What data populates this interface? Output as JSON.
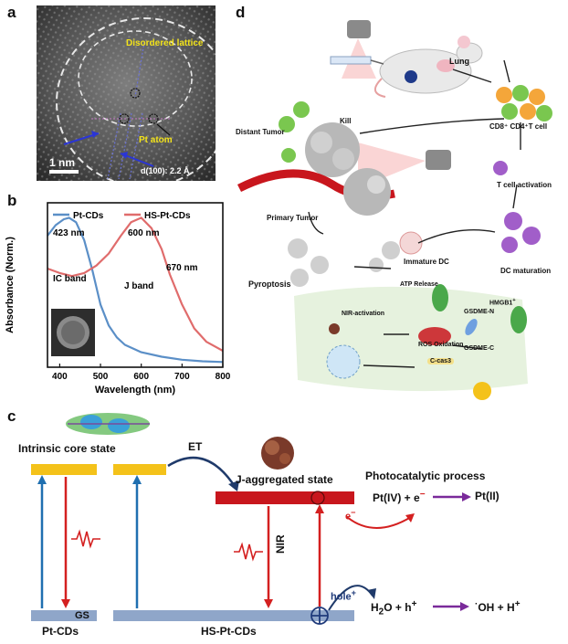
{
  "panels": {
    "a": {
      "letter": "a",
      "label_disordered": "Disordered lattice",
      "label_pt_atom": "Pt atom",
      "scale_bar": "1 nm",
      "d_spacing": "d(100): 2.2 Å"
    },
    "b": {
      "letter": "b",
      "legend": [
        "Pt-CDs",
        "HS-Pt-CDs"
      ],
      "annotations": {
        "peak_423": "423 nm",
        "peak_600": "600 nm",
        "peak_670": "670 nm",
        "ic_band": "IC band",
        "j_band": "J band"
      }
    },
    "c": {
      "letter": "c",
      "intrinsic_core_state": "Intrinsic core state",
      "et": "ET",
      "j_aggregated_state": "J-aggregated state",
      "photocatalytic_process": "Photocatalytic process",
      "pt_reaction_left": "Pt(IV) + e",
      "pt_reaction_right": "Pt(II)",
      "e_minus": "e",
      "nir": "NIR",
      "hole_plus": "hole",
      "gs": "GS",
      "water_left": "H",
      "water_mid": "O + h",
      "water_right": "OH + H",
      "pt_cds": "Pt-CDs",
      "hs_pt_cds": "HS-Pt-CDs"
    },
    "d": {
      "letter": "d",
      "lung": "Lung",
      "cd8_cd4": "CD8⁺ CD4⁺T cell",
      "kill": "Kill",
      "distant_tumor": "Distant Tumor",
      "primary_tumor": "Primary Tumor",
      "t_cell_activation": "T cell activation",
      "pyroptosis": "Pyroptosis",
      "immature_dc": "Immature DC",
      "dc_maturation": "DC maturation",
      "atp_release": "ATP Release",
      "hmgb1": "HMGB1",
      "nir_activation": "NIR-activation",
      "gsdme_n": "GSDME-N",
      "ros_oxidation": "ROS Oxidation",
      "gsdme_c": "GSDME-C",
      "c_cas3": "C-cas3"
    }
  },
  "chart_data": {
    "type": "line",
    "xlabel": "Wavelength (nm)",
    "ylabel": "Absorbance (Norm.)",
    "xlim": [
      370,
      800
    ],
    "xticks": [
      400,
      500,
      600,
      700,
      800
    ],
    "ylim": [
      0,
      1.1
    ],
    "legend_position": "top-left",
    "series": [
      {
        "name": "Pt-CDs",
        "color": "#5b8fc7",
        "x": [
          370,
          390,
          410,
          423,
          440,
          460,
          480,
          500,
          520,
          540,
          560,
          600,
          650,
          700,
          750,
          800
        ],
        "y": [
          0.88,
          0.95,
          0.99,
          1.0,
          0.97,
          0.85,
          0.65,
          0.42,
          0.28,
          0.2,
          0.15,
          0.1,
          0.07,
          0.05,
          0.04,
          0.035
        ]
      },
      {
        "name": "HS-Pt-CDs",
        "color": "#e06c6c",
        "x": [
          370,
          400,
          430,
          460,
          490,
          520,
          550,
          575,
          600,
          625,
          650,
          670,
          700,
          730,
          760,
          800
        ],
        "y": [
          0.66,
          0.63,
          0.61,
          0.63,
          0.68,
          0.76,
          0.88,
          0.97,
          1.0,
          0.93,
          0.79,
          0.62,
          0.42,
          0.26,
          0.17,
          0.11
        ]
      }
    ]
  }
}
